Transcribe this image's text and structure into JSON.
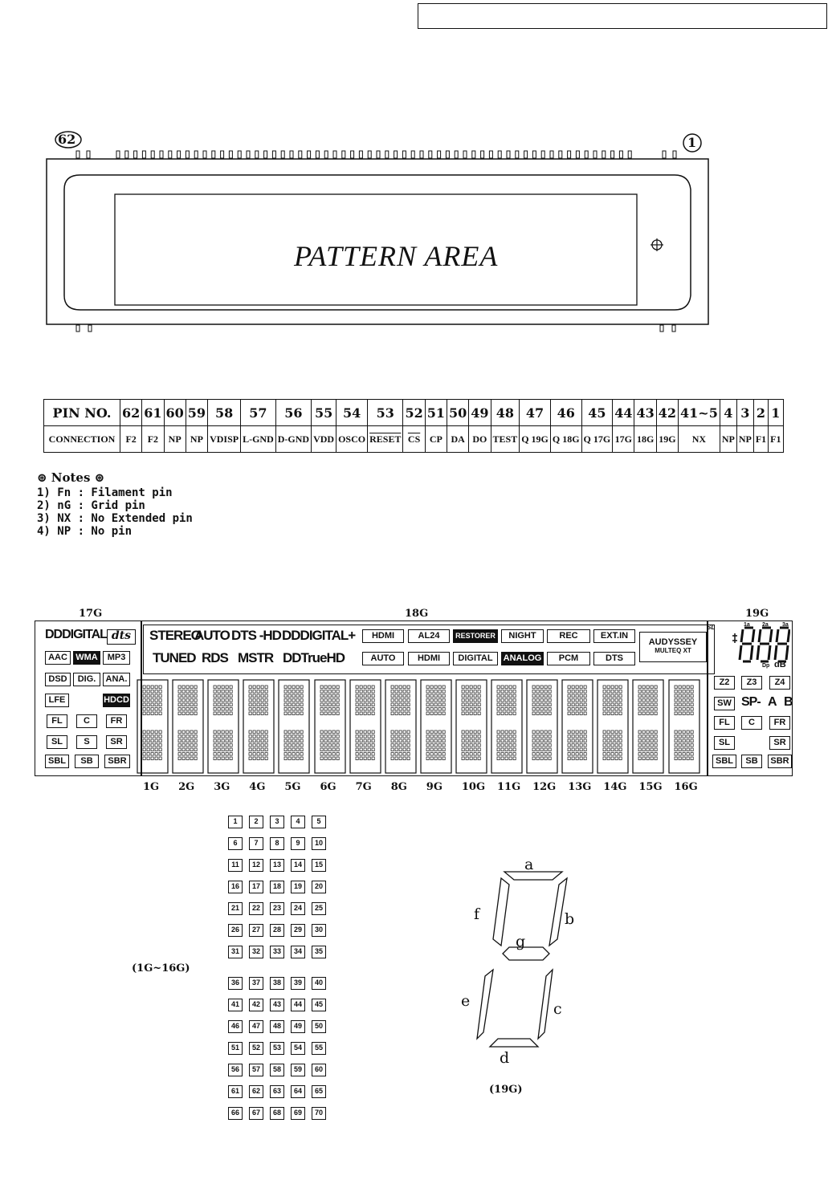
{
  "header_box": "",
  "outline": {
    "pin_left_label": "62",
    "pin_right_label": "1",
    "pattern_label": "PATTERN AREA"
  },
  "pin_table": {
    "row1_label": "PIN  NO.",
    "row2_label": "CONNECTION",
    "pins": [
      {
        "no": "62",
        "conn": "F2"
      },
      {
        "no": "61",
        "conn": "F2"
      },
      {
        "no": "60",
        "conn": "NP"
      },
      {
        "no": "59",
        "conn": "NP"
      },
      {
        "no": "58",
        "conn": "VDISP"
      },
      {
        "no": "57",
        "conn": "L-GND"
      },
      {
        "no": "56",
        "conn": "D-GND"
      },
      {
        "no": "55",
        "conn": "VDD"
      },
      {
        "no": "54",
        "conn": "OSCO"
      },
      {
        "no": "53",
        "conn": "RESET"
      },
      {
        "no": "52",
        "conn": "CS"
      },
      {
        "no": "51",
        "conn": "CP"
      },
      {
        "no": "50",
        "conn": "DA"
      },
      {
        "no": "49",
        "conn": "DO"
      },
      {
        "no": "48",
        "conn": "TEST"
      },
      {
        "no": "47",
        "conn": "Q 19G"
      },
      {
        "no": "46",
        "conn": "Q 18G"
      },
      {
        "no": "45",
        "conn": "Q 17G"
      },
      {
        "no": "44",
        "conn": "17G"
      },
      {
        "no": "43",
        "conn": "18G"
      },
      {
        "no": "42",
        "conn": "19G"
      },
      {
        "no": "41~5",
        "conn": "NX"
      },
      {
        "no": "4",
        "conn": "NP"
      },
      {
        "no": "3",
        "conn": "NP"
      },
      {
        "no": "2",
        "conn": "F1"
      },
      {
        "no": "1",
        "conn": "F1"
      }
    ]
  },
  "notes": {
    "title": "⊛ Notes ⊛",
    "items": [
      "1) Fn : Filament pin",
      "2) nG : Grid pin",
      "3) NX : No Extended pin",
      "4) NP : No pin"
    ]
  },
  "vfd": {
    "top_labels": {
      "g17": "17G",
      "g18": "18G",
      "g19": "19G"
    },
    "bottom_labels": [
      "1G",
      "2G",
      "3G",
      "4G",
      "5G",
      "6G",
      "7G",
      "8G",
      "9G",
      "10G",
      "11G",
      "12G",
      "13G",
      "14G",
      "15G",
      "16G"
    ],
    "left_panel": {
      "digital": "DDDIGITAL",
      "dts": "dts",
      "row1": [
        "AAC",
        "WMA",
        "MP3"
      ],
      "row2": [
        "DSD",
        "DIG.",
        "ANA."
      ],
      "lfe": "LFE",
      "hdcd": "HDCD",
      "row_fl": [
        "FL",
        "C",
        "FR"
      ],
      "row_sl": [
        "SL",
        "S",
        "SR"
      ],
      "row_sb": [
        "SBL",
        "SB",
        "SBR"
      ]
    },
    "center": {
      "line1_text": [
        "STEREO",
        "AUTO",
        "DTS -HD",
        "DDDIGITAL+"
      ],
      "line1_boxes": [
        "HDMI",
        "AL24",
        "RESTORER",
        "NIGHT",
        "REC",
        "EXT.IN"
      ],
      "line2_text": [
        "TUNED",
        "RDS",
        "MSTR",
        "DDTrueHD"
      ],
      "line2_boxes": [
        "AUTO",
        "HDMI",
        "DIGITAL",
        "ANALOG",
        "PCM",
        "DTS"
      ],
      "audyssey_1": "AUDYSSEY",
      "audyssey_2": "MULTEQ XT",
      "sl_mark": "SL"
    },
    "right_panel": {
      "digits_top": [
        "1a",
        "2a",
        "3a"
      ],
      "db": "dB",
      "dp": "Dp",
      "row_z": [
        "Z2",
        "Z3",
        "Z4"
      ],
      "sw": "SW",
      "sp": "SP-",
      "a": "A",
      "b": "B",
      "row_fl": [
        "FL",
        "C",
        "FR"
      ],
      "row_sl": [
        "SL",
        "SR"
      ],
      "row_sb": [
        "SBL",
        "SB",
        "SBR"
      ]
    }
  },
  "grid_legend": {
    "label": "(1G~16G)",
    "cells": [
      "1",
      "2",
      "3",
      "4",
      "5",
      "6",
      "7",
      "8",
      "9",
      "10",
      "11",
      "12",
      "13",
      "14",
      "15",
      "16",
      "17",
      "18",
      "19",
      "20",
      "21",
      "22",
      "23",
      "24",
      "25",
      "26",
      "27",
      "28",
      "29",
      "30",
      "31",
      "32",
      "33",
      "34",
      "35",
      "36",
      "37",
      "38",
      "39",
      "40",
      "41",
      "42",
      "43",
      "44",
      "45",
      "46",
      "47",
      "48",
      "49",
      "50",
      "51",
      "52",
      "53",
      "54",
      "55",
      "56",
      "57",
      "58",
      "59",
      "60",
      "61",
      "62",
      "63",
      "64",
      "65",
      "66",
      "67",
      "68",
      "69",
      "70"
    ]
  },
  "seven_seg": {
    "label": "(19G)",
    "segments": {
      "a": "a",
      "b": "b",
      "c": "c",
      "d": "d",
      "e": "e",
      "f": "f",
      "g": "g"
    }
  }
}
